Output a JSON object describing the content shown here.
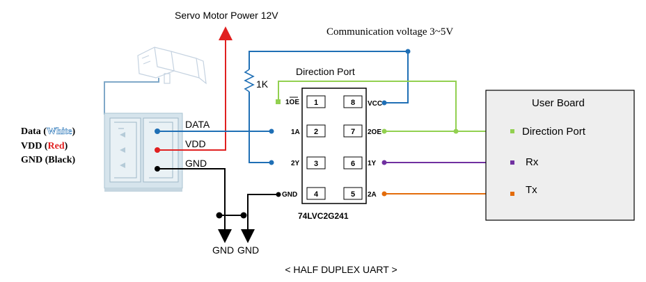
{
  "title": "< HALF DUPLEX UART >",
  "servo_power": "Servo Motor Power 12V",
  "comm_voltage": "Communication voltage 3~5V",
  "direction_port_title": "Direction Port",
  "resistor": "1K",
  "chip_name": "74LVC2G241",
  "wire_labels": {
    "data": "DATA",
    "vdd": "VDD",
    "gnd": "GND"
  },
  "legend": {
    "data_prefix": "Data (",
    "data_color": "White",
    "data_suffix": ")",
    "vdd_prefix": "VDD (",
    "vdd_color": "Red",
    "vdd_suffix": ")",
    "gnd": "GND (Black)"
  },
  "ground_labels": [
    "GND",
    "GND"
  ],
  "user_board": {
    "title": "User Board",
    "direction_port": "Direction Port",
    "rx": "Rx",
    "tx": "Tx"
  },
  "chip_pins": {
    "left": [
      {
        "label": "1OE",
        "num": "1"
      },
      {
        "label": "1A",
        "num": "2"
      },
      {
        "label": "2Y",
        "num": "3"
      },
      {
        "label": "GND",
        "num": "4"
      }
    ],
    "right": [
      {
        "label": "VCC",
        "num": "8"
      },
      {
        "label": "2OE",
        "num": "7"
      },
      {
        "label": "1Y",
        "num": "6"
      },
      {
        "label": "2A",
        "num": "5"
      }
    ]
  },
  "colors": {
    "blue": "#1f6fb5",
    "red": "#e02020",
    "green": "#92d050",
    "purple": "#7030a0",
    "orange": "#e36c0a",
    "black": "#000000",
    "board_fill": "#eeeeee"
  }
}
